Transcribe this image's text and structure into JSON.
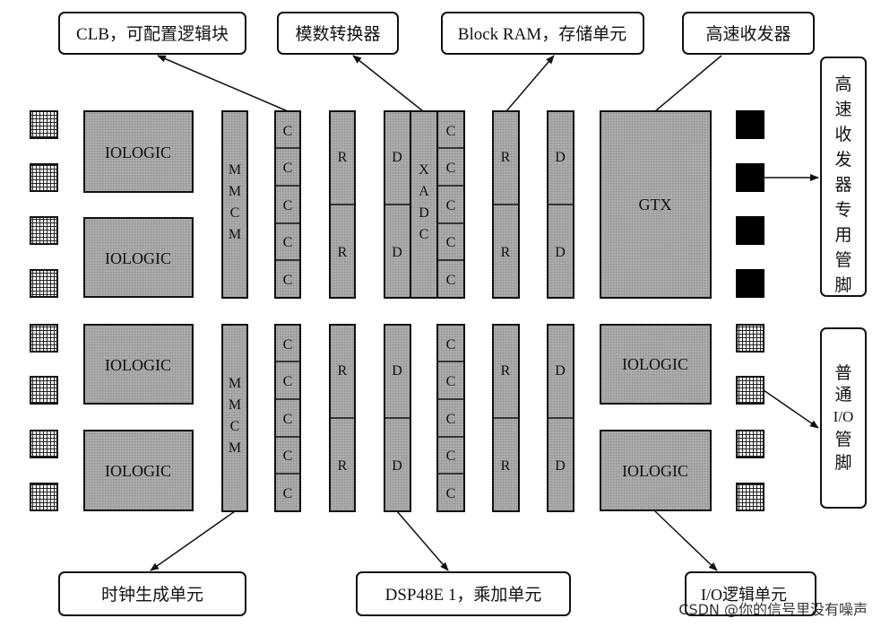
{
  "callouts": {
    "clb": "CLB，可配置逻辑块",
    "adc": "模数转换器",
    "bram": "Block RAM，存储单元",
    "transceiver": "高速收发器",
    "transceiver_pins": [
      "高",
      "速",
      "收",
      "发",
      "器",
      "专",
      "用",
      "管",
      "脚"
    ],
    "general_io_pins": [
      "普",
      "通",
      "I/O",
      "管",
      "脚"
    ],
    "clock": "时钟生成单元",
    "dsp": "DSP48E 1，乘加单元",
    "io_logic": "I/O逻辑单元"
  },
  "blocks": {
    "iologic": "IOLOGIC",
    "mmcm_letters": [
      "M",
      "M",
      "C",
      "M"
    ],
    "xadc_letters": [
      "X",
      "A",
      "D",
      "C"
    ],
    "clb_cell": "C",
    "bram_cell": "R",
    "dsp_cell": "D",
    "gtx": "GTX"
  },
  "watermark": "CSDN @你的信号里没有噪声"
}
